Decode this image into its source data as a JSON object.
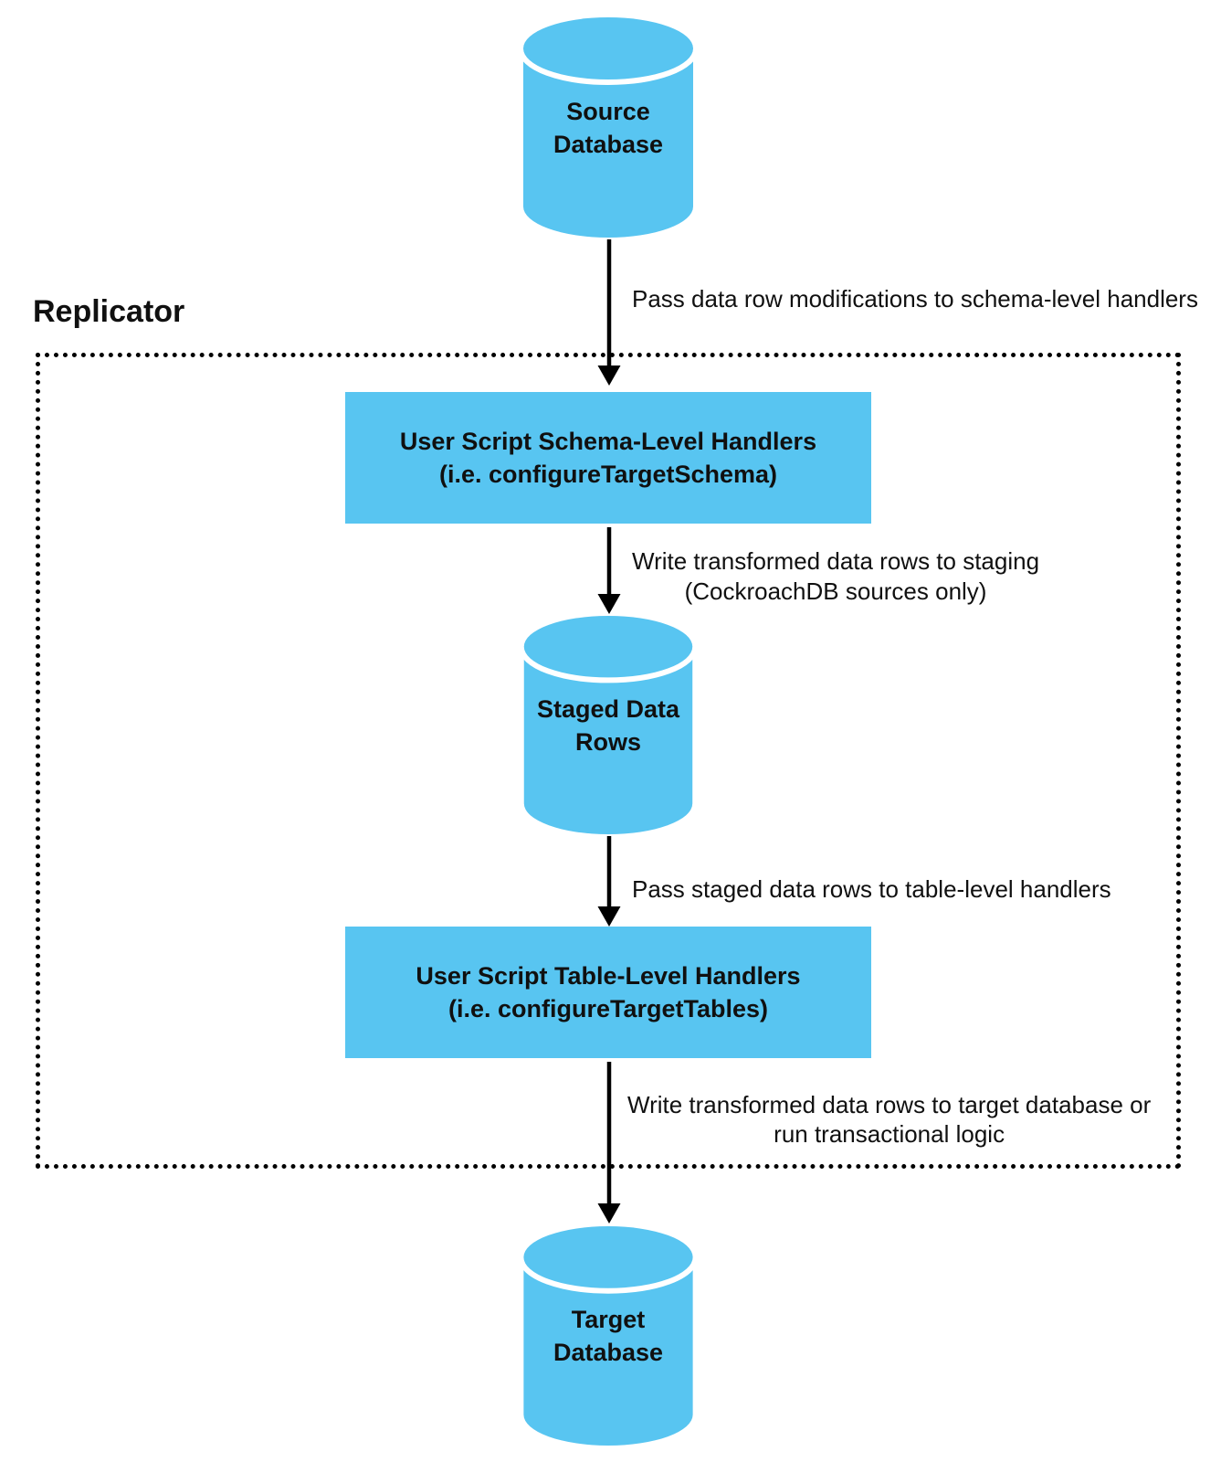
{
  "diagram": {
    "group": {
      "label": "Replicator"
    },
    "nodes": {
      "source_db": {
        "line1": "Source",
        "line2": "Database"
      },
      "schema_handlers": {
        "line1": "User Script Schema-Level Handlers",
        "line2": "(i.e. configureTargetSchema)"
      },
      "staged_rows": {
        "line1": "Staged Data",
        "line2": "Rows"
      },
      "table_handlers": {
        "line1": "User Script Table-Level Handlers",
        "line2": "(i.e. configureTargetTables)"
      },
      "target_db": {
        "line1": "Target",
        "line2": "Database"
      }
    },
    "edges": {
      "source_to_schema": {
        "label": "Pass data row modifications to schema-level handlers"
      },
      "schema_to_staged": {
        "line1": "Write transformed data rows to staging",
        "line2": "(CockroachDB sources only)"
      },
      "staged_to_table": {
        "label": "Pass staged data rows to table-level handlers"
      },
      "table_to_target": {
        "line1": "Write transformed data rows to target database or",
        "line2": "run transactional logic"
      }
    },
    "colors": {
      "node_fill": "#58C5F1",
      "text_color": "#101010",
      "line_color": "#000000"
    }
  }
}
